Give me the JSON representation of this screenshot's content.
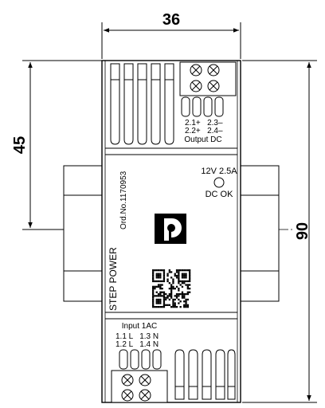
{
  "dimensions": {
    "width": "36",
    "upper_height": "45",
    "total_height": "90"
  },
  "output": {
    "pin_line_1": "2.1+   2.3–",
    "pin_line_2": "2.2+   2.4–",
    "label": "Output DC"
  },
  "status": {
    "rating": "12V 2.5A",
    "led_label": "DC OK"
  },
  "product": {
    "name": "STEP POWER",
    "order_number": "Ord.No.1170953"
  },
  "input": {
    "label": "Input 1AC",
    "pin_line_1": "1.1 L   1.3 N",
    "pin_line_2": "1.2 L   1.4 N"
  },
  "icons": {
    "logo": "phoenix-contact-logo",
    "qr": "qr-code-icon",
    "led": "led-indicator-icon"
  }
}
